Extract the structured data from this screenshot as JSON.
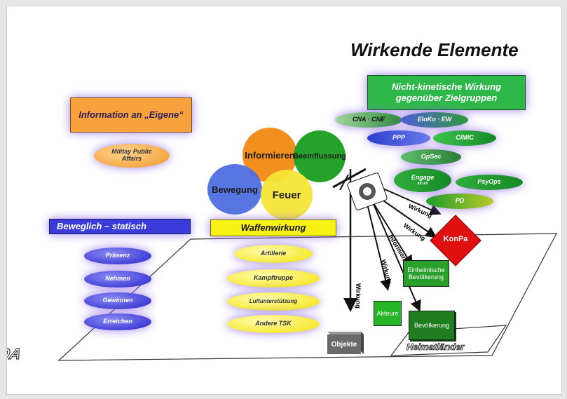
{
  "title": "Wirkende Elemente",
  "boxes": {
    "info": "Information an „Eigene“",
    "nk": "Nicht-kinetische Wirkung gegenüber Zielgruppen",
    "beweglich": "Beweglich – statisch",
    "waffen": "Waffenwirkung"
  },
  "military_public_affairs": "Militay Public Affairs",
  "circles": {
    "informieren": "Informieren",
    "beeinflussung": "Beeinflussung",
    "bewegung": "Bewegung",
    "feuer": "Feuer"
  },
  "nk_items": {
    "cna": "CNA · CNE",
    "elsko": "EloKo · EW",
    "ppp": "PPP",
    "cimic": "CIMIC",
    "opsec": "OpSec",
    "engage": "Engage",
    "engage_sub": "xx-xx",
    "psyops": "PsyOps",
    "pd": "PD"
  },
  "bew_items": [
    "Präsenz",
    "Nehmen",
    "Gewinnen",
    "Erreichen"
  ],
  "waffen_items": [
    "Artillerie",
    "Kampftruppe",
    "Luftunterstützung",
    "Andere TSK"
  ],
  "targets": {
    "konpa": "KonPa",
    "einheimische": "Einheimische Bevölkerung",
    "akteure": "Akteure",
    "bevoelkerung": "Bevölkerung",
    "objekte": "Objekte"
  },
  "arrow_labels": {
    "w1": "Wirkung",
    "w2": "Wirkung",
    "informieren": "Informieren",
    "w3": "Wirkung",
    "w4": "Wirkung"
  },
  "areas": {
    "joa": "JOA",
    "heimatlaender": "Heimatländer"
  },
  "colors": {
    "orange_box": "#f7a23c",
    "green_box": "#2fb84a",
    "blue_box": "#3b3bdc",
    "yellow_box": "#f7f214",
    "red_target": "#e01010",
    "dark_green": "#1f7d1f"
  }
}
